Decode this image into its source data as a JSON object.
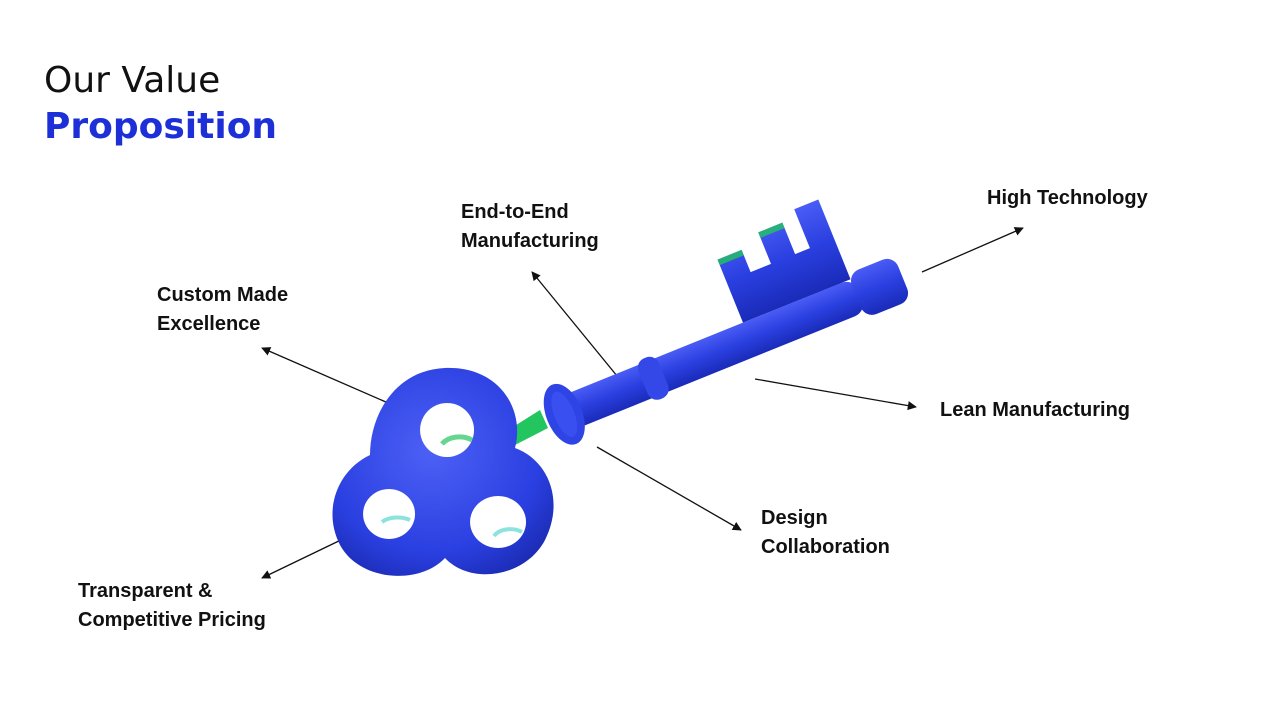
{
  "title": {
    "line1": "Our Value",
    "line2": "Proposition"
  },
  "colors": {
    "accent": "#1d2fd6",
    "key_body": "#2a3fe0",
    "key_highlight": "#22c55e"
  },
  "image": {
    "icon": "key-icon"
  },
  "labels": {
    "custom_made": "Custom Made\nExcellence",
    "end_to_end": "End-to-End\nManufacturing",
    "high_technology": "High Technology",
    "lean_manufacturing": "Lean Manufacturing",
    "design_collaboration": "Design\nCollaboration",
    "transparent_pricing": "Transparent &\nCompetitive Pricing"
  }
}
